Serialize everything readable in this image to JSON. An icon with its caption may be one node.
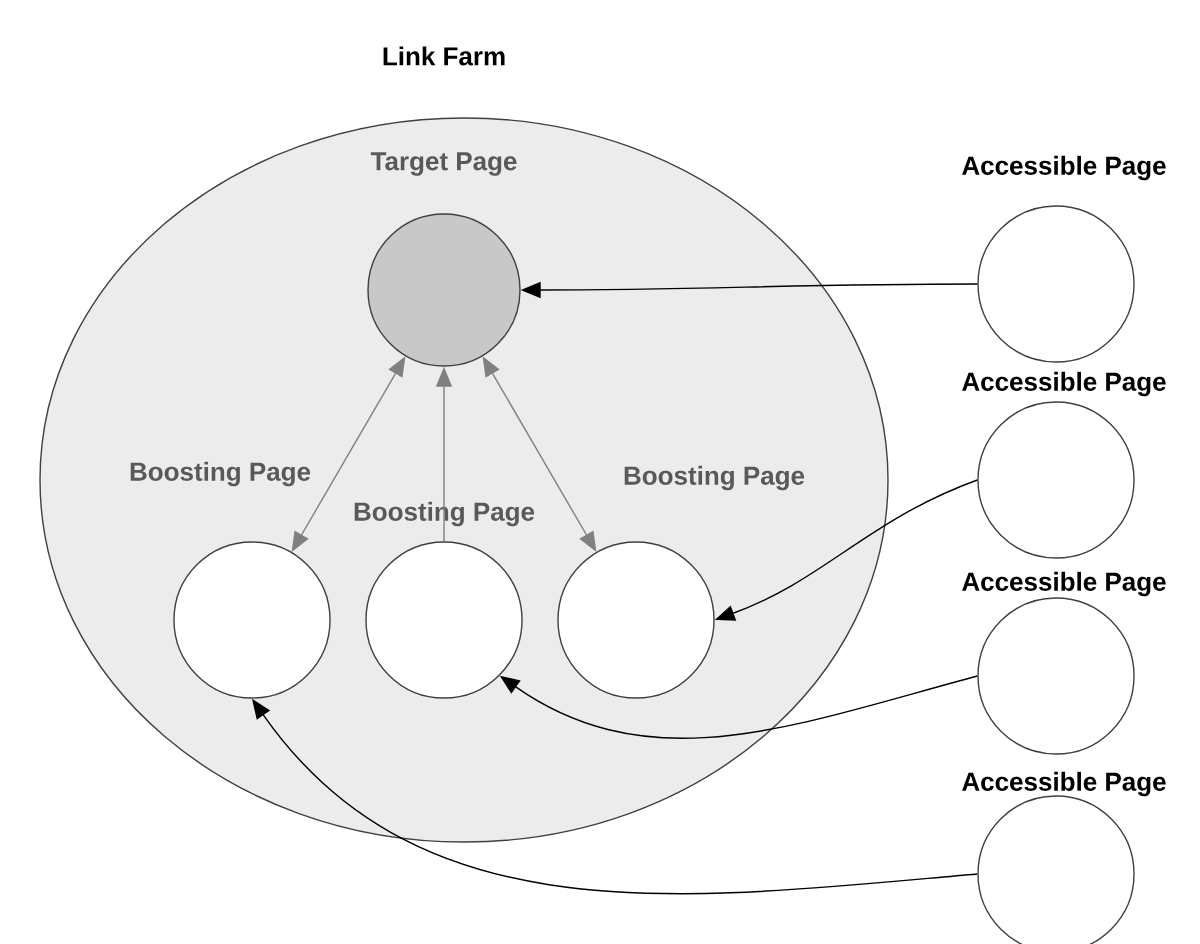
{
  "diagram": {
    "nodes": [
      {
        "text": [
          "Link Farm"
        ]
      },
      {
        "text": [
          "Target Page"
        ],
        "in": 0
      },
      {
        "text": [
          "Boosting Page"
        ],
        "in": 0
      },
      {
        "text": [
          "Boosting Page"
        ],
        "in": 0
      },
      {
        "text": [
          "Boosting Page"
        ],
        "in": 0
      },
      {
        "text": [
          "Accessible Page"
        ]
      },
      {
        "text": [
          "Accessible Page"
        ]
      },
      {
        "text": [
          "Accessible Page"
        ]
      },
      {
        "text": [
          "Accessible Page"
        ]
      }
    ],
    "edges": [
      {
        "from": 2,
        "to": 1,
        "arrow": "both",
        "color": "#808080"
      },
      {
        "from": 3,
        "to": 1,
        "arrow": "to",
        "color": "#808080"
      },
      {
        "from": 4,
        "to": 1,
        "arrow": "both",
        "color": "#808080"
      },
      {
        "from": 5,
        "to": 1,
        "arrow": "to"
      },
      {
        "from": 6,
        "to": 4,
        "arrow": "to"
      },
      {
        "from": 7,
        "to": 3,
        "arrow": "to"
      },
      {
        "from": 8,
        "to": 2,
        "arrow": "to"
      }
    ]
  }
}
